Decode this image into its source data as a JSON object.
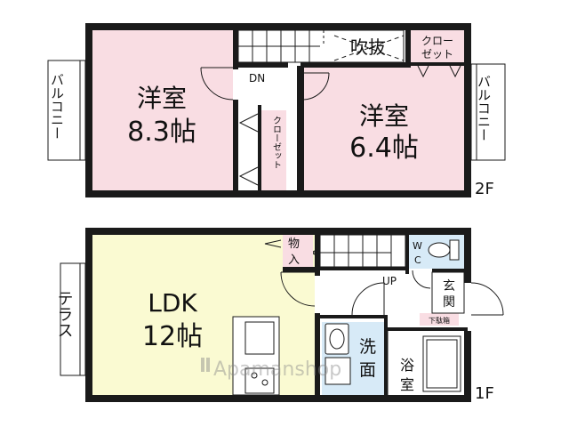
{
  "floor2": {
    "level_label": "2F",
    "western_room_a": {
      "name": "洋室",
      "size": "8.3帖"
    },
    "western_room_b": {
      "name": "洋室",
      "size": "6.4帖"
    },
    "closet_top": [
      "クロー",
      "ゼット"
    ],
    "closet_side": "クローゼット",
    "atrium": "吹抜",
    "stair_down": "DN",
    "balcony": "バルコニー"
  },
  "floor1": {
    "level_label": "1F",
    "ldk": {
      "name": "LDK",
      "size": "12帖"
    },
    "storage": [
      "物",
      "入"
    ],
    "wc": [
      "W",
      "C"
    ],
    "stair_up": "UP",
    "entrance": [
      "玄",
      "関"
    ],
    "shoe_box": "下駄箱",
    "washroom": [
      "洗",
      "面"
    ],
    "bathroom": [
      "浴",
      "室"
    ],
    "terrace": "テラス"
  },
  "watermark": "Apamanshop",
  "colors": {
    "bedroom_fill": "#f9dde3",
    "ldk_fill": "#fafad2",
    "wc_fill": "#d7eaf7",
    "wash_fill": "#d7eaf7",
    "closet_fill": "#f9dde3",
    "shoe_box_fill": "#f9dde3",
    "wall": "#1a1a1a"
  }
}
